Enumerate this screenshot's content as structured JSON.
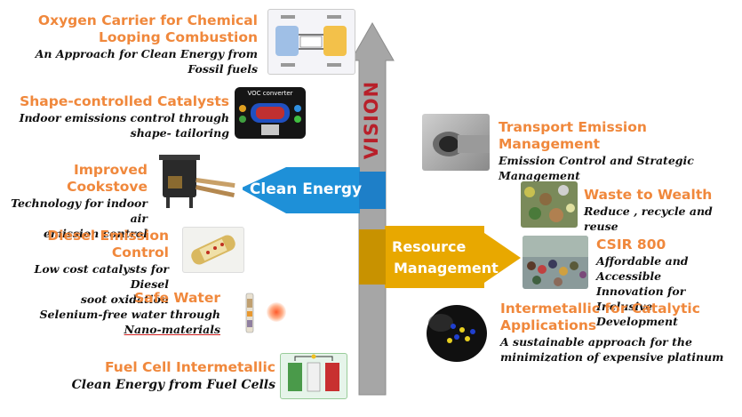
{
  "vision_label": "VISION",
  "clean_energy_label": "Clean Energy",
  "resource_management_label": [
    "Resource",
    "Management"
  ],
  "left_items": [
    {
      "title": "Oxygen Carrier for Chemical Looping Combustion",
      "title_lines": [
        "Oxygen Carrier for Chemical",
        "Looping Combustion"
      ],
      "subtitle_lines": [
        "An Approach for Clean Energy from",
        "Fossil fuels"
      ]
    },
    {
      "title_lines": [
        "Shape-controlled Catalysts"
      ],
      "subtitle_lines": [
        "Indoor emissions control through",
        "shape- tailoring"
      ]
    },
    {
      "title_lines": [
        "Improved Cookstove"
      ],
      "subtitle_lines": [
        "Technology for indoor air",
        "emission control"
      ]
    },
    {
      "title_lines": [
        "Diesel Emission Control"
      ],
      "subtitle_lines": [
        "Low cost catalysts for Diesel",
        "soot oxidation"
      ]
    },
    {
      "title_lines": [
        "Safe Water"
      ],
      "subtitle_lines": [
        "Selenium-free water through",
        "Nano-materials"
      ]
    },
    {
      "title_lines": [
        "Fuel Cell Intermetallic"
      ],
      "subtitle_lines": [
        "Clean Energy from Fuel Cells"
      ]
    }
  ],
  "right_items": [
    {
      "title_lines": [
        "Transport Emission Management"
      ],
      "subtitle_lines": [
        "Emission Control and Strategic",
        "Management"
      ]
    },
    {
      "title_lines": [
        "Waste to Wealth"
      ],
      "subtitle_lines": [
        "Reduce , recycle and reuse"
      ]
    },
    {
      "title_lines": [
        "CSIR 800"
      ],
      "subtitle_lines": [
        "Affordable and Accessible",
        "Innovation for Inclusive",
        "Development"
      ]
    },
    {
      "title_lines": [
        "Intermetallic for Catalytic",
        "Applications"
      ],
      "subtitle_lines": [
        "A sustainable approach for the",
        "minimization of expensive platinum"
      ]
    }
  ],
  "voc_label": "VOC converter",
  "colors": {
    "title_orange": "#F0883C",
    "arrow_gray": "#A6A6A6",
    "vision_red": "#B8202A",
    "clean_energy_blue": "#1E90D8",
    "resource_gold": "#E8A800"
  }
}
